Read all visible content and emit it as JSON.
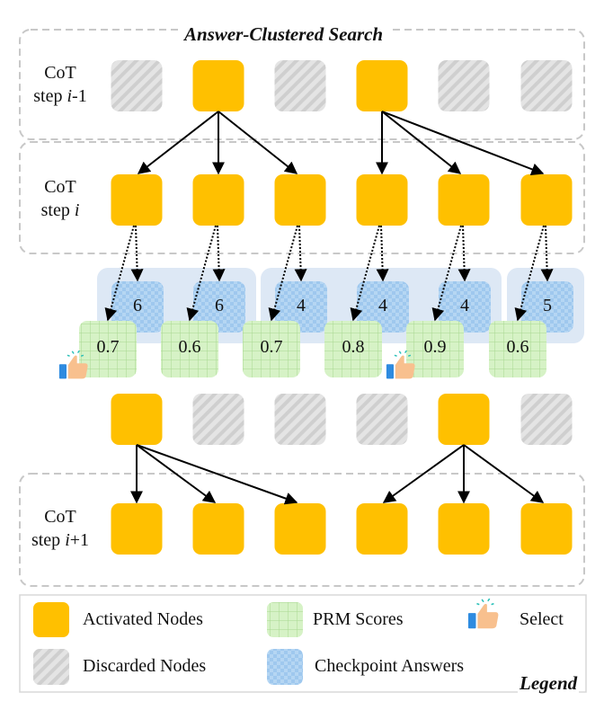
{
  "title": "Answer-Clustered Search",
  "rows": [
    {
      "label_line1": "CoT",
      "label_line2_prefix": "step ",
      "label_line2_var": "i",
      "label_line2_suffix": "-1",
      "nodes": [
        "discarded",
        "activated",
        "discarded",
        "activated",
        "discarded",
        "discarded"
      ]
    },
    {
      "label_line1": "CoT",
      "label_line2_prefix": "step ",
      "label_line2_var": "i",
      "label_line2_suffix": "",
      "nodes": [
        "activated",
        "activated",
        "activated",
        "activated",
        "activated",
        "activated"
      ]
    },
    {
      "label_line1": "",
      "label_line2_prefix": "",
      "label_line2_var": "",
      "label_line2_suffix": "",
      "nodes": [
        "activated",
        "discarded",
        "discarded",
        "discarded",
        "activated",
        "discarded"
      ]
    },
    {
      "label_line1": "CoT",
      "label_line2_prefix": "step ",
      "label_line2_var": "i",
      "label_line2_suffix": "+1",
      "nodes": [
        "activated",
        "activated",
        "activated",
        "activated",
        "activated",
        "activated"
      ]
    }
  ],
  "edges_step_i_minus_1_to_i": [
    [
      1,
      0
    ],
    [
      1,
      1
    ],
    [
      1,
      2
    ],
    [
      3,
      3
    ],
    [
      3,
      4
    ],
    [
      3,
      5
    ]
  ],
  "edges_selected_to_step_i_plus_1": [
    [
      0,
      0
    ],
    [
      0,
      1
    ],
    [
      0,
      2
    ],
    [
      4,
      3
    ],
    [
      4,
      4
    ],
    [
      4,
      5
    ]
  ],
  "checkpoint_answers": [
    "6",
    "6",
    "4",
    "4",
    "4",
    "5"
  ],
  "answer_clusters": [
    [
      0,
      1
    ],
    [
      2,
      3,
      4
    ],
    [
      5
    ]
  ],
  "prm_scores": [
    "0.7",
    "0.6",
    "0.7",
    "0.8",
    "0.9",
    "0.6"
  ],
  "selected_indices": [
    0,
    4
  ],
  "colors": {
    "activated": "#FFC000",
    "discarded": "#D9D9D9",
    "prm": "#D5F0C5",
    "checkpoint": "#A9CFF2",
    "cluster_bg": "#DDE8F5"
  },
  "legend": {
    "title": "Legend",
    "items": [
      {
        "icon": "activated-node-swatch",
        "label": "Activated Nodes"
      },
      {
        "icon": "prm-score-swatch",
        "label": "PRM Scores"
      },
      {
        "icon": "thumbs-up-select-icon",
        "label": "Select"
      },
      {
        "icon": "discarded-node-swatch",
        "label": "Discarded Nodes"
      },
      {
        "icon": "checkpoint-answer-swatch",
        "label": "Checkpoint Answers"
      }
    ]
  }
}
